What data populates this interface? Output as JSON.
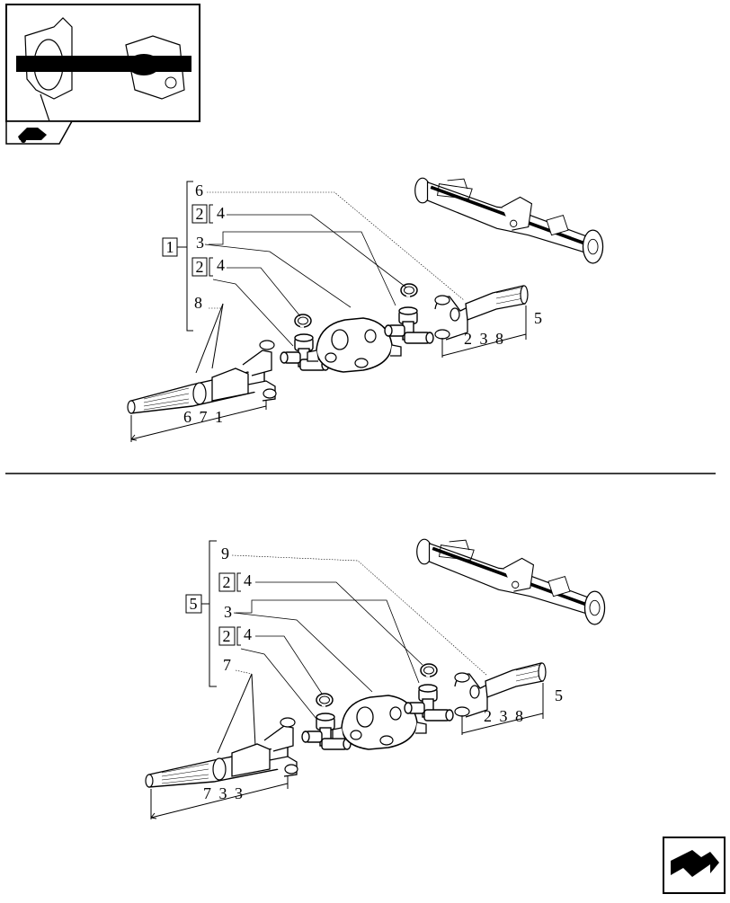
{
  "top_assembly": {
    "ref_main": "1",
    "ref_sub1": "2",
    "ref_sub2": "2",
    "label_a": "6",
    "label_b": "4",
    "label_c": "3",
    "label_d": "4",
    "label_e": "8",
    "dim_left": "6 7 1",
    "dim_right": "2 3 8",
    "label_side": "5"
  },
  "bottom_assembly": {
    "ref_main": "5",
    "ref_sub1": "2",
    "ref_sub2": "2",
    "label_a": "9",
    "label_b": "4",
    "label_c": "3",
    "label_d": "4",
    "label_e": "7",
    "dim_left": "7 3 3",
    "dim_right": "2 3 8",
    "label_side": "5"
  },
  "icons": [
    "axle-thumbnail-icon",
    "tractor-badge-icon",
    "axle-overview-icon",
    "next-page-arrow-icon"
  ]
}
